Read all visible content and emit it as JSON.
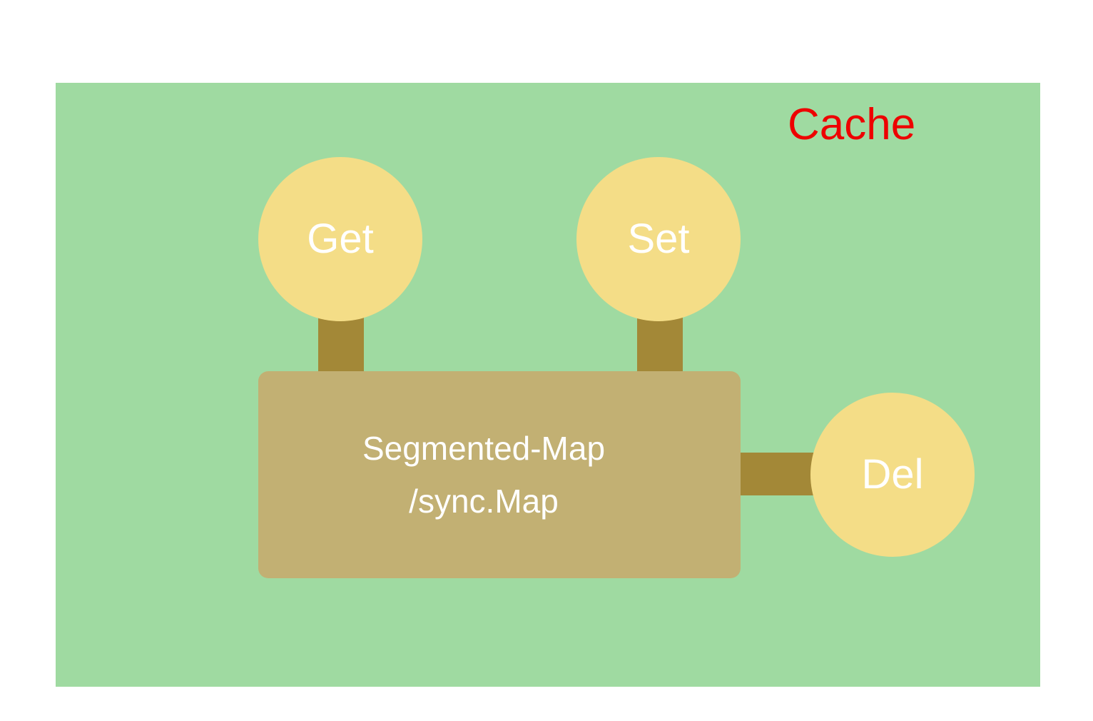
{
  "diagram": {
    "container": {
      "title": "Cache"
    },
    "store": {
      "label_line1": "Segmented-Map",
      "label_line2": "/sync.Map"
    },
    "operations": [
      {
        "label": "Get"
      },
      {
        "label": "Set"
      },
      {
        "label": "Del"
      }
    ],
    "colors": {
      "container_fill": "#9fdaa1",
      "title_text": "#ee0000",
      "store_fill": "#c2b073",
      "connector_fill": "#a38837",
      "operation_fill": "#f4dd87",
      "label_text": "#ffffff"
    }
  }
}
